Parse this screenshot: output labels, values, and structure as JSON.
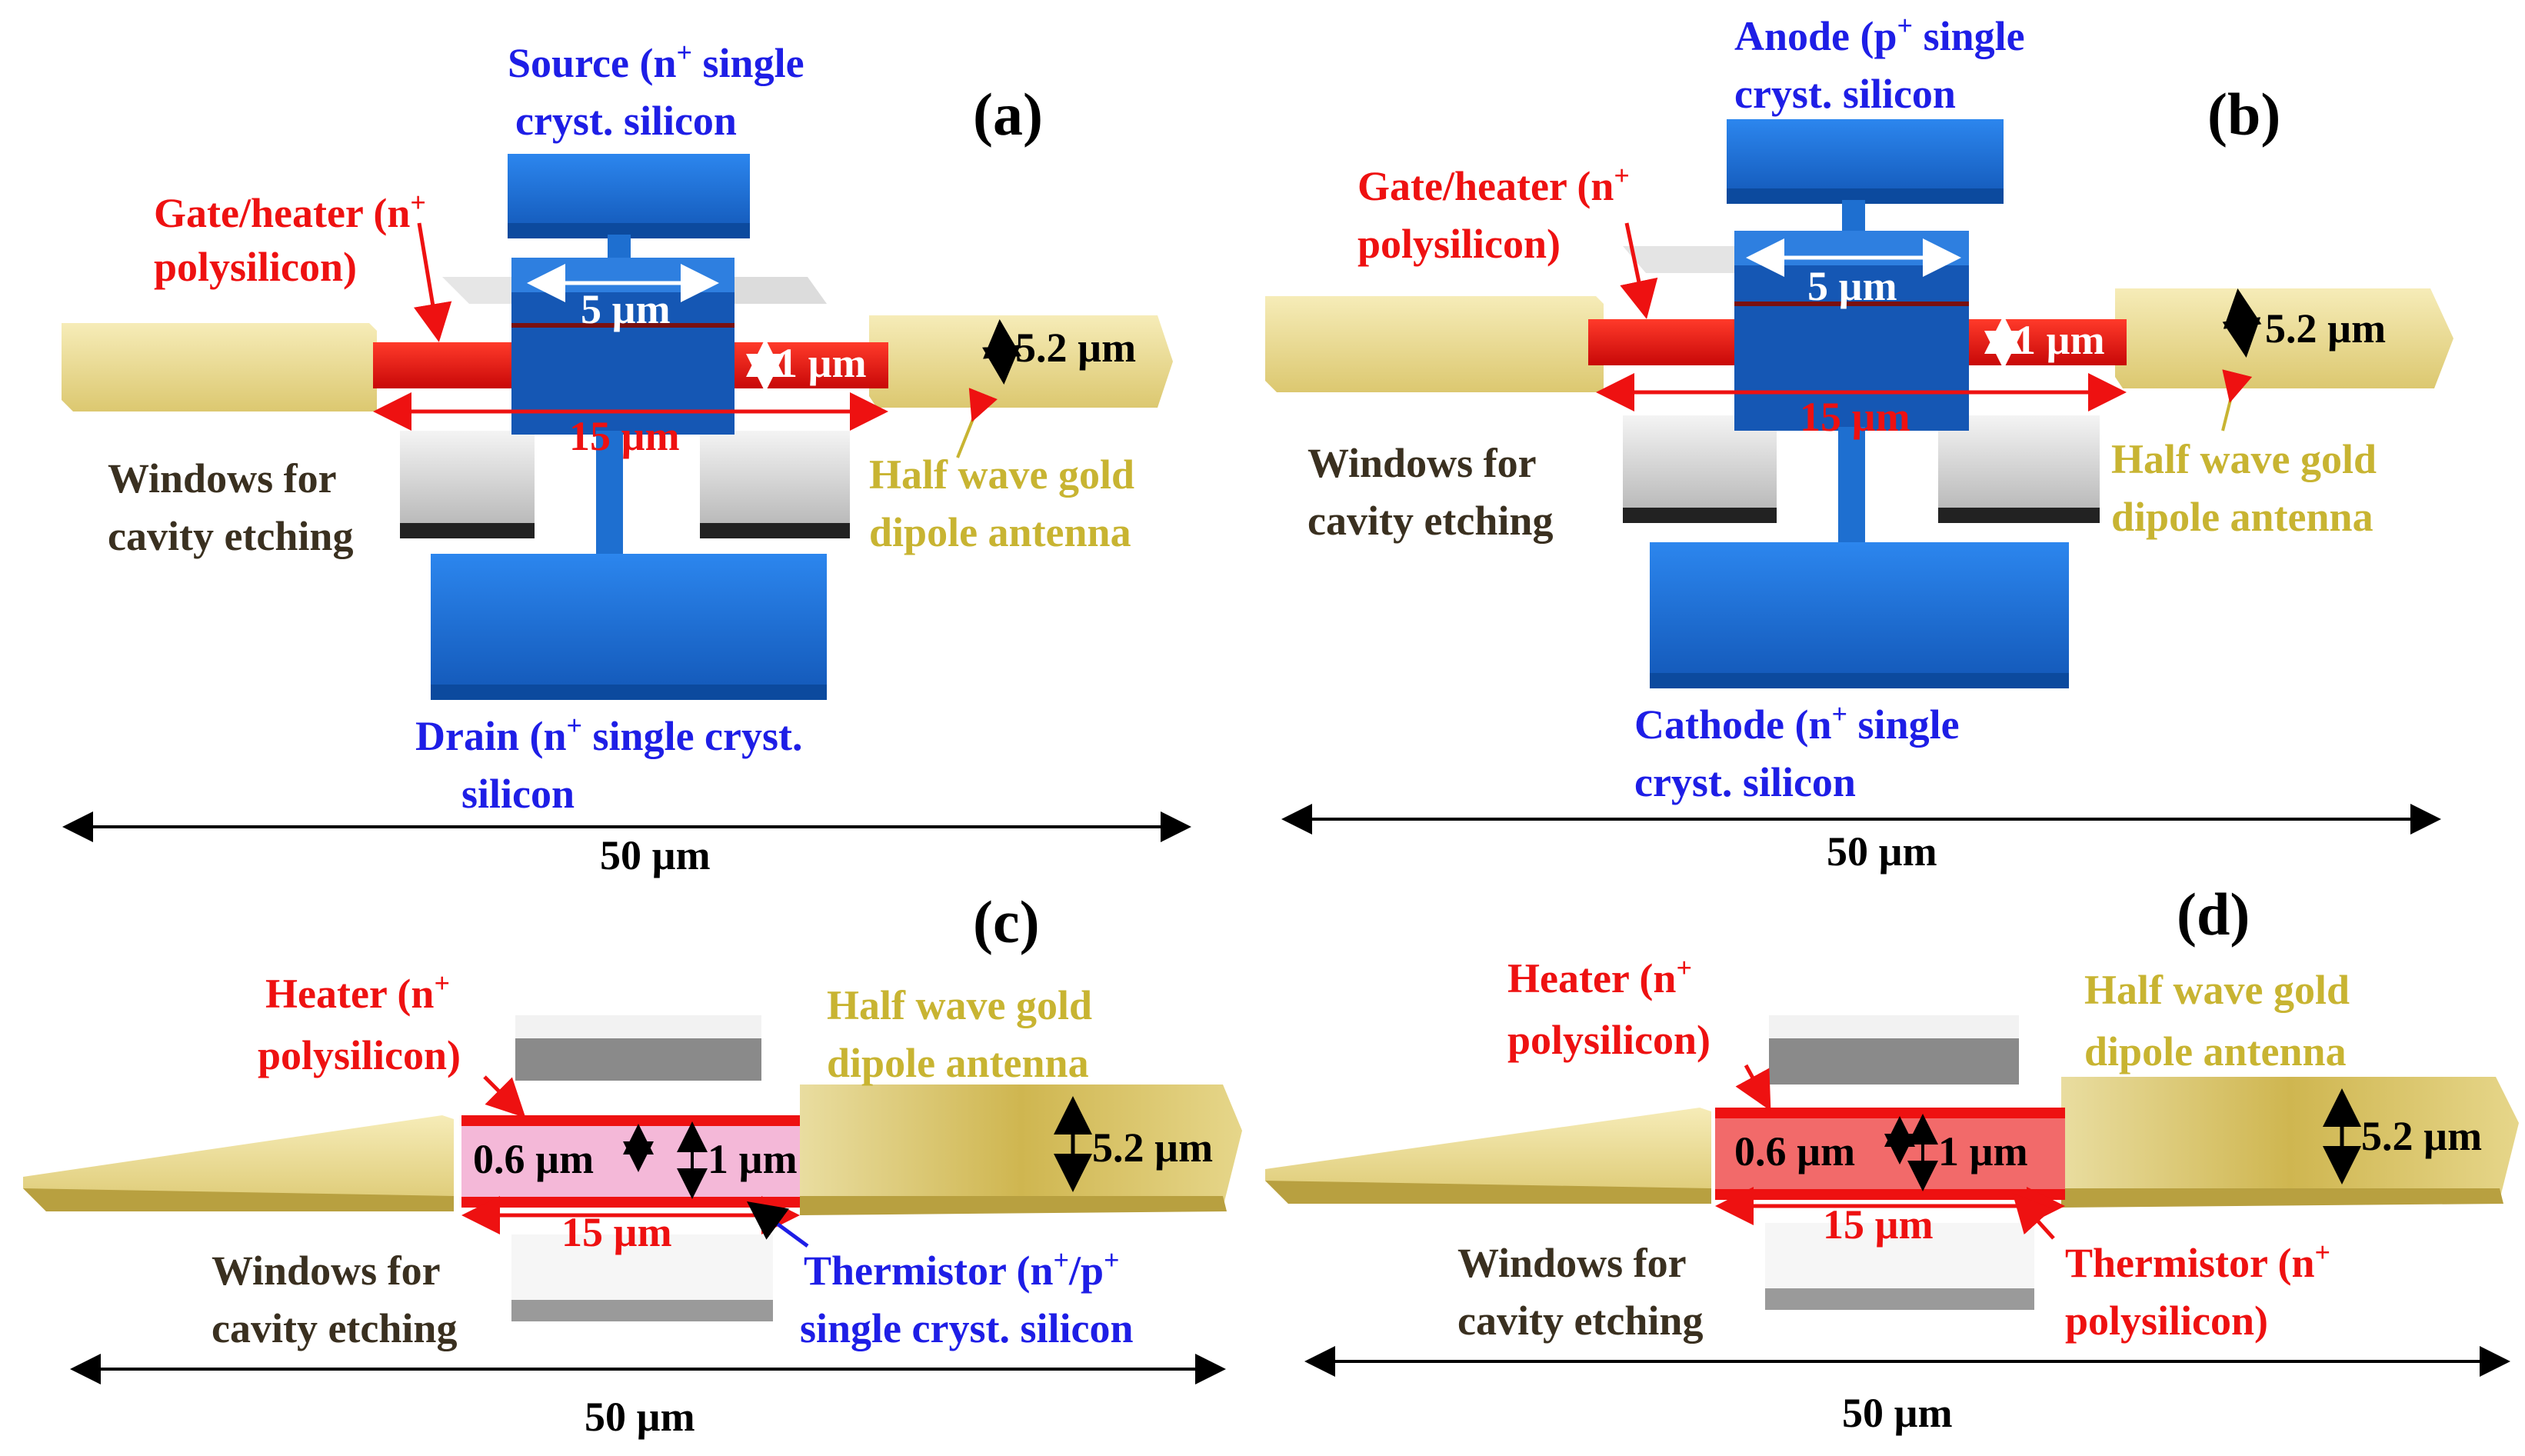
{
  "panels": {
    "a": {
      "tag": "(a)",
      "source_l1": "Source (n",
      "source_sup": "+",
      "source_l1b": " single",
      "source_l2": "cryst. silicon",
      "gate_l1": "Gate/heater (n",
      "gate_sup": "+",
      "gate_l2": "polysilicon)",
      "w5": "5 µm",
      "w1": "1 µm",
      "w52": "5.2 µm",
      "w15": "15 µm",
      "windows_l1": "Windows for",
      "windows_l2": "cavity etching",
      "antenna_l1": "Half wave gold",
      "antenna_l2": "dipole antenna",
      "drain_l1": "Drain (n",
      "drain_sup": "+",
      "drain_l1b": " single cryst.",
      "drain_l2": "silicon",
      "scale": "50 µm"
    },
    "b": {
      "tag": "(b)",
      "anode_l1": "Anode (p",
      "anode_sup": "+",
      "anode_l1b": " single",
      "anode_l2": "cryst. silicon",
      "gate_l1": "Gate/heater (n",
      "gate_sup": "+",
      "gate_l2": "polysilicon)",
      "w5": "5 µm",
      "w1": "1 µm",
      "w52": "5.2 µm",
      "w15": "15 µm",
      "windows_l1": "Windows for",
      "windows_l2": "cavity etching",
      "antenna_l1": "Half wave gold",
      "antenna_l2": "dipole antenna",
      "cathode_l1": "Cathode (n",
      "cathode_sup": "+",
      "cathode_l1b": " single",
      "cathode_l2": "cryst. silicon",
      "scale": "50 µm"
    },
    "c": {
      "tag": "(c)",
      "heater_l1": "Heater (n",
      "heater_sup": "+",
      "heater_l2": "polysilicon)",
      "antenna_l1": "Half wave gold",
      "antenna_l2": "dipole antenna",
      "w06": "0.6 µm",
      "w1": "1 µm",
      "w52": "5.2 µm",
      "w15": "15 µm",
      "windows_l1": "Windows for",
      "windows_l2": "cavity etching",
      "therm_l1": "Thermistor (n",
      "therm_sup1": "+",
      "therm_l1b": "/p",
      "therm_sup2": "+",
      "therm_l2": "single cryst. silicon",
      "scale": "50 µm"
    },
    "d": {
      "tag": "(d)",
      "heater_l1": "Heater (n",
      "heater_sup": "+",
      "heater_l2": "polysilicon)",
      "antenna_l1": "Half wave gold",
      "antenna_l2": "dipole antenna",
      "w06": "0.6 µm",
      "w1": "1 µm",
      "w52": "5.2 µm",
      "w15": "15 µm",
      "windows_l1": "Windows for",
      "windows_l2": "cavity etching",
      "therm_l1": "Thermistor (n",
      "therm_sup": "+",
      "therm_l2": "polysilicon)",
      "scale": "50 µm"
    }
  },
  "colors": {
    "silicon_blue": "#1f6fd6",
    "heater_red": "#ee1111",
    "gold": "#e8d98a",
    "window_gray": "#d8d8d8"
  }
}
